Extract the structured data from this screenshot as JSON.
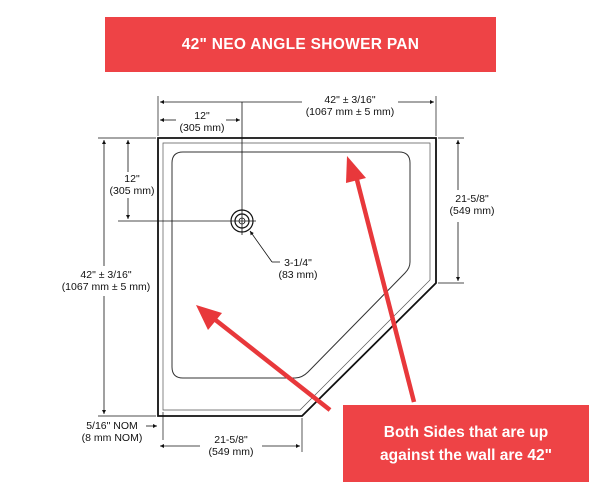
{
  "title": "42\" NEO ANGLE SHOWER PAN",
  "callout": {
    "line1": "Both Sides that are up",
    "line2": "against the wall are 42\""
  },
  "dimensions": {
    "top_width": {
      "line1": "42\" ± 3/16\"",
      "line2": "(1067 mm ± 5 mm)"
    },
    "top_drain_offset": {
      "line1": "12\"",
      "line2": "(305 mm)"
    },
    "left_drain_offset": {
      "line1": "12\"",
      "line2": "(305 mm)"
    },
    "right_side": {
      "line1": "21-5/8\"",
      "line2": "(549 mm)"
    },
    "drain_diameter": {
      "line1": "3-1/4\"",
      "line2": "(83 mm)"
    },
    "left_height": {
      "line1": "42\" ± 3/16\"",
      "line2": "(1067 mm ± 5 mm)"
    },
    "flange": {
      "line1": "5/16\" NOM",
      "line2": "(8 mm NOM)"
    },
    "bottom_side": {
      "line1": "21-5/8\"",
      "line2": "(549 mm)"
    }
  },
  "colors": {
    "accent": "#ee4346",
    "arrow": "#e8383b",
    "line": "#111111"
  }
}
